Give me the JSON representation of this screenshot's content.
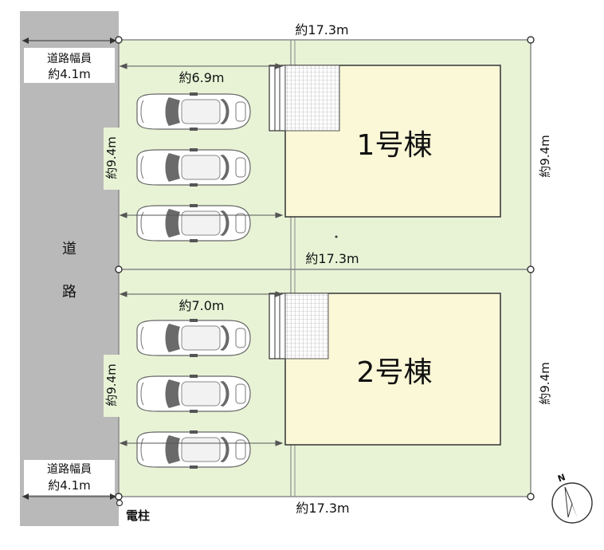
{
  "road": {
    "label_1": "道",
    "label_2": "路",
    "width_title": "道路幅員",
    "width_value": "約4.1m"
  },
  "dimensions": {
    "top_width": "約17.3m",
    "middle_width": "約17.3m",
    "bottom_width": "約17.3m",
    "lot1_left_depth": "約9.4m",
    "lot1_right_depth": "約9.4m",
    "lot2_left_depth": "約9.4m",
    "lot2_right_depth": "約9.4m",
    "lot1_parking_width": "約6.9m",
    "lot2_parking_width": "約7.0m"
  },
  "buildings": [
    {
      "label": "1号棟"
    },
    {
      "label": "2号棟"
    }
  ],
  "utility_pole": "電柱",
  "compass": {
    "label": "N"
  },
  "colors": {
    "road": "#b9b9b9",
    "lot": "#e8f3d6",
    "building": "#fbf8d8",
    "boundary": "#8c8c8c"
  }
}
